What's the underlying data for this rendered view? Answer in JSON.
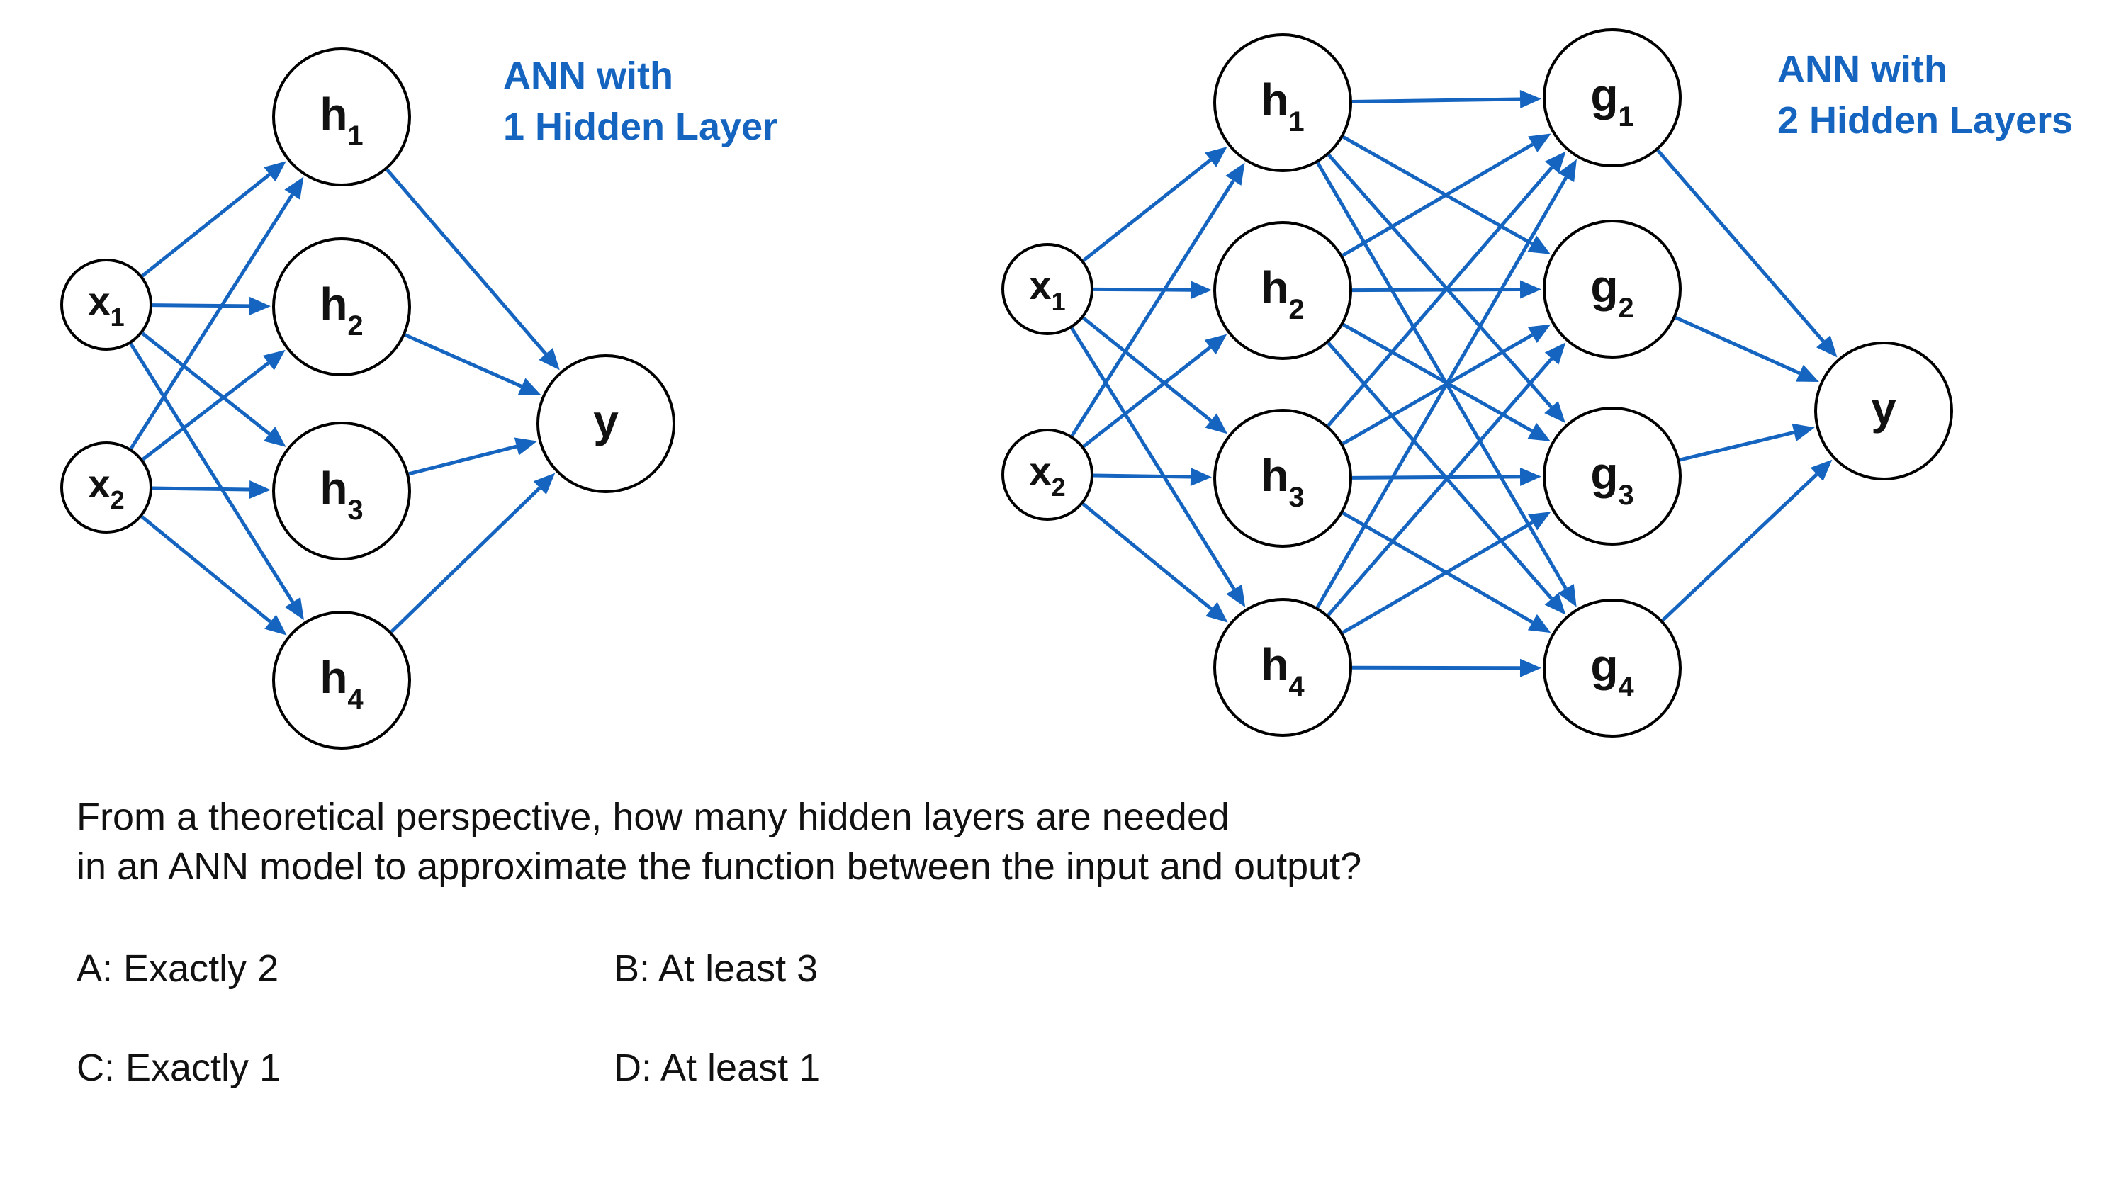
{
  "diagram": {
    "left_network": {
      "title_lines": [
        "ANN with",
        "1 Hidden Layer"
      ],
      "nodes": {
        "x1": {
          "base": "x",
          "sub": "1"
        },
        "x2": {
          "base": "x",
          "sub": "2"
        },
        "h1": {
          "base": "h",
          "sub": "1"
        },
        "h2": {
          "base": "h",
          "sub": "2"
        },
        "h3": {
          "base": "h",
          "sub": "3"
        },
        "h4": {
          "base": "h",
          "sub": "4"
        },
        "y": {
          "base": "y",
          "sub": ""
        }
      },
      "edges": [
        [
          "x1",
          "h1"
        ],
        [
          "x1",
          "h2"
        ],
        [
          "x1",
          "h3"
        ],
        [
          "x1",
          "h4"
        ],
        [
          "x2",
          "h1"
        ],
        [
          "x2",
          "h2"
        ],
        [
          "x2",
          "h3"
        ],
        [
          "x2",
          "h4"
        ],
        [
          "h1",
          "y"
        ],
        [
          "h2",
          "y"
        ],
        [
          "h3",
          "y"
        ],
        [
          "h4",
          "y"
        ]
      ]
    },
    "right_network": {
      "title_lines": [
        "ANN with",
        "2 Hidden Layers"
      ],
      "nodes": {
        "x1": {
          "base": "x",
          "sub": "1"
        },
        "x2": {
          "base": "x",
          "sub": "2"
        },
        "h1": {
          "base": "h",
          "sub": "1"
        },
        "h2": {
          "base": "h",
          "sub": "2"
        },
        "h3": {
          "base": "h",
          "sub": "3"
        },
        "h4": {
          "base": "h",
          "sub": "4"
        },
        "g1": {
          "base": "g",
          "sub": "1"
        },
        "g2": {
          "base": "g",
          "sub": "2"
        },
        "g3": {
          "base": "g",
          "sub": "3"
        },
        "g4": {
          "base": "g",
          "sub": "4"
        },
        "y": {
          "base": "y",
          "sub": ""
        }
      },
      "edges": [
        [
          "x1",
          "h1"
        ],
        [
          "x1",
          "h2"
        ],
        [
          "x1",
          "h3"
        ],
        [
          "x1",
          "h4"
        ],
        [
          "x2",
          "h1"
        ],
        [
          "x2",
          "h2"
        ],
        [
          "x2",
          "h3"
        ],
        [
          "x2",
          "h4"
        ],
        [
          "h1",
          "g1"
        ],
        [
          "h1",
          "g2"
        ],
        [
          "h1",
          "g3"
        ],
        [
          "h1",
          "g4"
        ],
        [
          "h2",
          "g1"
        ],
        [
          "h2",
          "g2"
        ],
        [
          "h2",
          "g3"
        ],
        [
          "h2",
          "g4"
        ],
        [
          "h3",
          "g1"
        ],
        [
          "h3",
          "g2"
        ],
        [
          "h3",
          "g3"
        ],
        [
          "h3",
          "g4"
        ],
        [
          "h4",
          "g1"
        ],
        [
          "h4",
          "g2"
        ],
        [
          "h4",
          "g3"
        ],
        [
          "h4",
          "g4"
        ],
        [
          "g1",
          "y"
        ],
        [
          "g2",
          "y"
        ],
        [
          "g3",
          "y"
        ],
        [
          "g4",
          "y"
        ]
      ]
    },
    "colors": {
      "edge": "#1565C0",
      "title": "#1565C0",
      "node_stroke": "#000000"
    }
  },
  "question": {
    "line1": "From a theoretical perspective, how many hidden layers are needed",
    "line2": "in an ANN model to approximate the function between the input and output?"
  },
  "options": {
    "a": "A: Exactly 2",
    "b": "B: At least 3",
    "c": "C: Exactly 1",
    "d": "D: At least 1"
  }
}
